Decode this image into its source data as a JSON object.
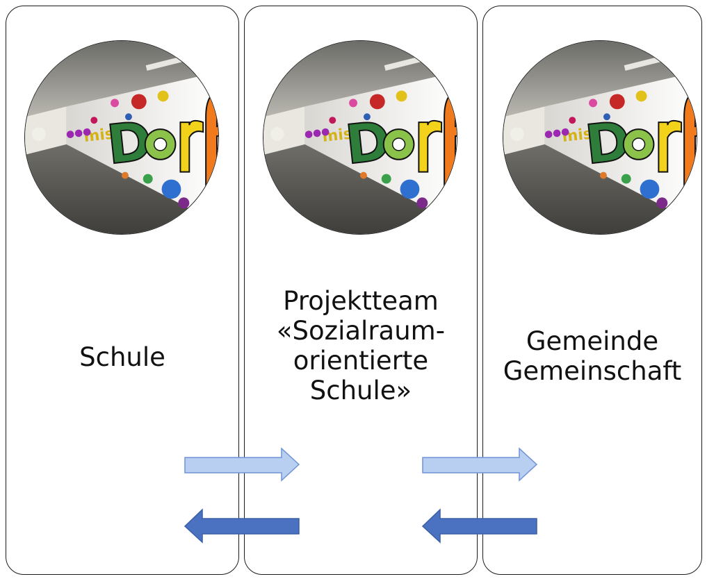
{
  "diagram": {
    "columns": [
      {
        "id": "left",
        "lines": [
          "Schule"
        ]
      },
      {
        "id": "mid",
        "lines": [
          "Projektteam",
          "«Sozialraum-",
          "orientierte",
          "Schule»"
        ]
      },
      {
        "id": "right",
        "lines": [
          "Gemeinde",
          "Gemeinschaft"
        ]
      }
    ],
    "photo": {
      "wall_text": "Dorf",
      "wall_small_text": "mis"
    },
    "arrows": [
      {
        "from": "left",
        "to": "mid",
        "direction": "right",
        "color": "#b8cff2"
      },
      {
        "from": "mid",
        "to": "right",
        "direction": "right",
        "color": "#b8cff2"
      },
      {
        "from": "mid",
        "to": "left",
        "direction": "left",
        "color": "#4a72c0"
      },
      {
        "from": "right",
        "to": "mid",
        "direction": "left",
        "color": "#4a72c0"
      }
    ],
    "colors": {
      "arrow_light": "#b8cff2",
      "arrow_dark": "#4a72c0",
      "arrow_light_border": "#6f93d6",
      "arrow_dark_border": "#3a5fa8"
    }
  }
}
